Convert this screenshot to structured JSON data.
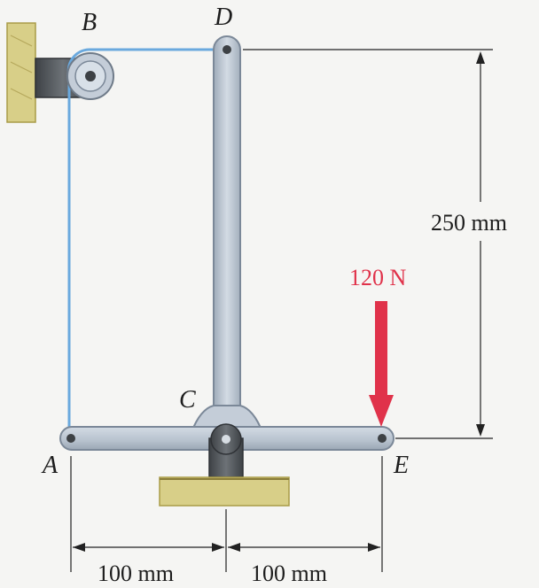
{
  "diagram": {
    "points": {
      "A": "A",
      "B": "B",
      "C": "C",
      "D": "D",
      "E": "E"
    },
    "force": {
      "label": "120 N",
      "color": "#e0324a"
    },
    "dimensions": {
      "vertical": "250 mm",
      "left_span": "100 mm",
      "right_span": "100 mm"
    },
    "colors": {
      "cable": "#6aa9de",
      "member_fill": "#c4cdd8",
      "member_stroke": "#7b8898",
      "support_fill": "#d8cf88",
      "dark_metal": "#5a5e63"
    }
  }
}
